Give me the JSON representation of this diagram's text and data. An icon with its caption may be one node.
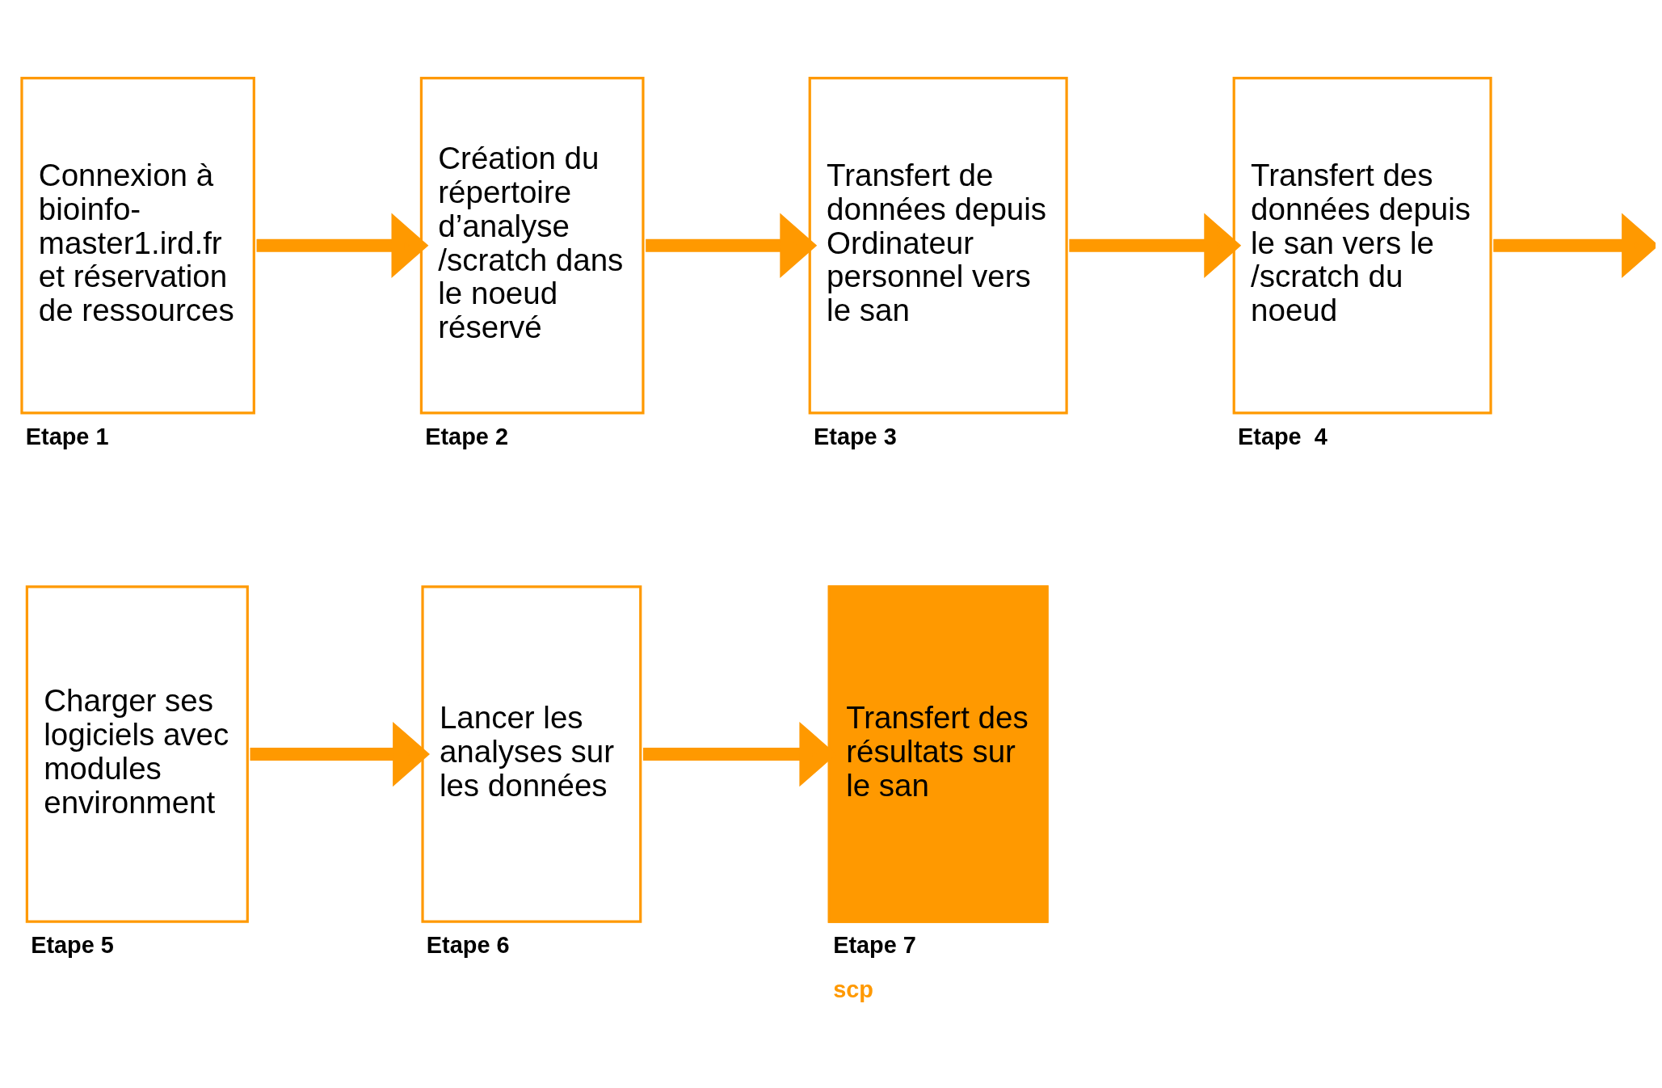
{
  "diagram": {
    "nodes": [
      {
        "text": [
          "Connexion à bioinfo-master1.ird.fr et réservation de ressources"
        ],
        "beside": [
          "Etape 1"
        ]
      },
      {
        "text": [
          "Création du répertoire d’analyse /scratch dans le noeud réservé"
        ],
        "beside": [
          "Etape 2"
        ]
      },
      {
        "text": [
          "Transfert de données depuis Ordinateur personnel vers le san"
        ],
        "beside": [
          "Etape 3"
        ]
      },
      {
        "text": [
          "Transfert des données depuis le san vers le /scratch du noeud"
        ],
        "beside": [
          "Etape  4"
        ]
      },
      {
        "text": [
          "Charger ses logiciels avec modules environment"
        ],
        "beside": [
          "Etape 5"
        ]
      },
      {
        "text": [
          "Lancer les analyses sur les données"
        ],
        "beside": [
          "Etape 6"
        ]
      },
      {
        "text": [
          "Transfert des résultats sur le san"
        ],
        "beside": [
          "Etape 7",
          "scp"
        ]
      }
    ],
    "edges": [
      {
        "from": 0,
        "to": 1,
        "arrow": "to"
      },
      {
        "from": 1,
        "to": 2,
        "arrow": "to"
      },
      {
        "from": 2,
        "to": 3,
        "arrow": "to"
      },
      {
        "from": 3,
        "to": null,
        "arrow": "to"
      },
      {
        "from": 4,
        "to": 5,
        "arrow": "to"
      },
      {
        "from": 5,
        "to": 6,
        "arrow": "to"
      }
    ]
  }
}
